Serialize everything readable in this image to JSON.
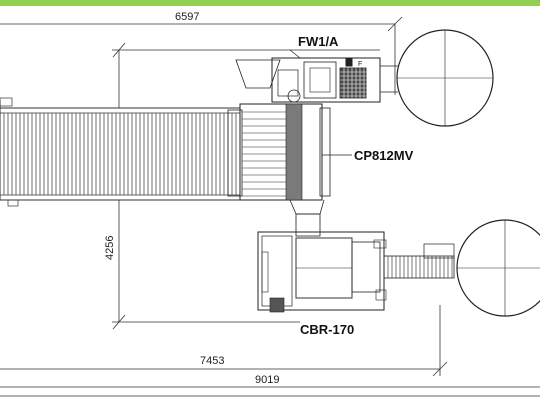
{
  "header": {
    "accent_color": "#92d050"
  },
  "dimensions": {
    "top_width": "6597",
    "height": "4256",
    "mid_width": "7453",
    "total_width": "9019"
  },
  "labels": {
    "filler": "FW1/A",
    "capper": "CP812MV",
    "conveyor": "CBR-170"
  },
  "tags": {
    "small_f": "F"
  }
}
